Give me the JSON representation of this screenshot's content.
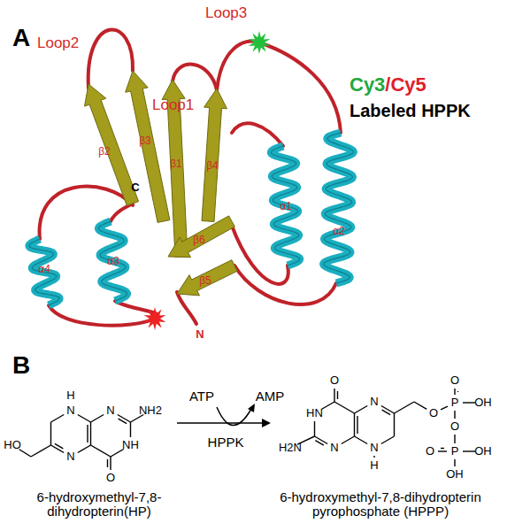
{
  "diagram": {
    "labels": [
      "A",
      "Loop2",
      "Loop3",
      "Loop1",
      "Cy3",
      "/Cy5",
      "Labeled HPPK",
      "β2",
      "β3",
      "β1",
      "β4",
      "α1",
      "α2",
      "C",
      "α4",
      "α3",
      "β6",
      "β5",
      "N",
      "B",
      "H",
      "N",
      "N",
      "NH2",
      "HO",
      "N",
      "NH",
      "O",
      "ATP",
      "AMP",
      "HPPK",
      "O",
      "HN",
      "N",
      "H2N",
      "N",
      "N",
      "H",
      "O",
      "O",
      "P",
      "OH",
      "O",
      "P",
      "OH",
      "O",
      "OH",
      "6-hydroxymethyl-7,8- dihydropterin(HP)",
      "6-hydroxymethyl-7,8-dihydropterin pyrophosphate (HPPP)"
    ]
  }
}
